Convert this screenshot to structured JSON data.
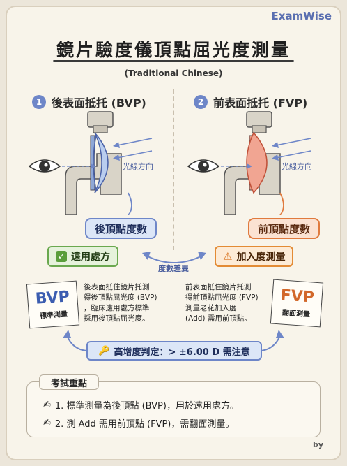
{
  "brand": "ExamWise",
  "title": "鏡片驗度儀頂點屈光度測量",
  "subtitle": "(Traditional Chinese)",
  "left": {
    "num": "1",
    "heading": "後表面抵托 (BVP)",
    "light_label": "光線方向",
    "pill": "後頂點度數",
    "tag": "遠用處方",
    "note_big": "BVP",
    "note_small": "標準測量",
    "desc": [
      "後表面抵住鏡片托測",
      "得後頂點屈光度 (BVP)",
      "，臨床遠用處方標準",
      "採用後頂點屈光度。"
    ]
  },
  "right": {
    "num": "2",
    "heading": "前表面抵托 (FVP)",
    "light_label": "光線方向",
    "pill": "前頂點度數",
    "tag": "加入度測量",
    "note_big": "FVP",
    "note_small": "翻面測量",
    "desc": [
      "前表面抵住鏡片托測",
      "得前頂點屈光度 (FVP)",
      "測量老花加入度",
      "(Add) 需用前頂點。"
    ]
  },
  "diff_label": "度數差異",
  "key_point": "高增度判定：> ±6.00 D 需注意",
  "exam": {
    "title": "考試重點",
    "items": [
      "1. 標準測量為後頂點 (BVP)，用於遠用處方。",
      "2. 測 Add 需用前頂點 (FVP)，需翻面測量。"
    ]
  },
  "byline": "by",
  "colors": {
    "blue": "#6e86c8",
    "orange": "#e07a3e",
    "green": "#6aa84f"
  },
  "icons": [
    "eye-icon",
    "lens-icon",
    "check-icon",
    "warning-icon",
    "key-icon",
    "pencil-icon"
  ]
}
